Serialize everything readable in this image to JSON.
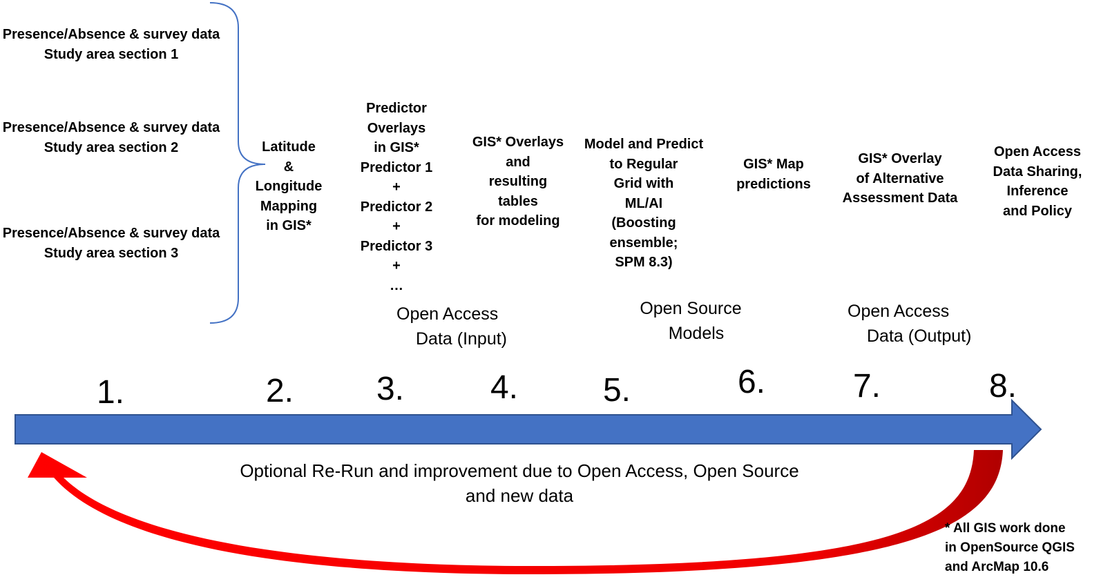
{
  "survey_inputs": [
    {
      "line1": "Presence/Absence & survey data",
      "line2": "Study area section 1"
    },
    {
      "line1": "Presence/Absence & survey data",
      "line2": "Study area section 2"
    },
    {
      "line1": "Presence/Absence & survey data",
      "line2": "Study area section 3"
    }
  ],
  "steps": [
    {
      "number": "1.",
      "lines": []
    },
    {
      "number": "2.",
      "lines": [
        "Latitude",
        "&",
        "Longitude",
        "Mapping",
        "in GIS*"
      ]
    },
    {
      "number": "3.",
      "lines": [
        "Predictor",
        "Overlays",
        "in GIS*",
        "Predictor 1",
        "+",
        "Predictor 2",
        "+",
        "Predictor 3",
        "+",
        "…"
      ]
    },
    {
      "number": "4.",
      "lines": [
        "GIS* Overlays",
        "and",
        "resulting",
        "tables",
        "for modeling"
      ]
    },
    {
      "number": "5.",
      "lines": [
        "Model and Predict",
        "to Regular",
        "Grid with",
        "ML/AI",
        "(Boosting",
        "ensemble;",
        "SPM 8.3)"
      ]
    },
    {
      "number": "6.",
      "lines": [
        "GIS* Map",
        "predictions"
      ]
    },
    {
      "number": "7.",
      "lines": [
        "GIS* Overlay",
        "of Alternative",
        "Assessment Data"
      ]
    },
    {
      "number": "8.",
      "lines": [
        "Open Access",
        "Data Sharing,",
        "Inference",
        "and Policy"
      ]
    }
  ],
  "stage_labels": [
    {
      "line1": "Open Access",
      "line2": "Data (Input)"
    },
    {
      "line1": "Open Source",
      "line2": "Models"
    },
    {
      "line1": "Open Access",
      "line2": "Data (Output)"
    }
  ],
  "feedback_label": {
    "line1": "Optional Re-Run and improvement due to Open Access, Open Source",
    "line2": "and new data"
  },
  "footnote": {
    "line1": "* All GIS work done",
    "line2": "in OpenSource QGIS",
    "line3": "and ArcMap 10.6"
  },
  "colors": {
    "main_arrow_fill": "#4472C4",
    "main_arrow_stroke": "#2F528F",
    "brace": "#4472C4",
    "feedback_arrow": "#FF0000",
    "feedback_arrow_dark": "#C00000"
  }
}
